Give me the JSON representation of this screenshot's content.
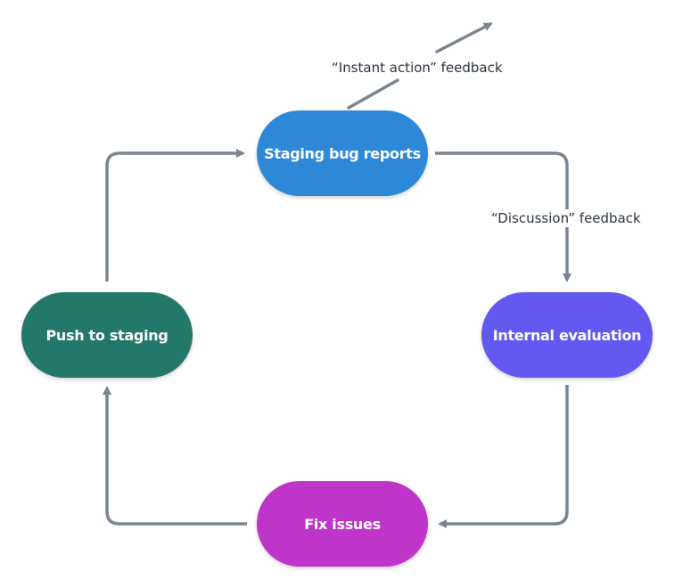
{
  "colors": {
    "connector": "#7a8591",
    "staging": "#2e88d8",
    "internal": "#6358f0",
    "fix": "#bf35c9",
    "push": "#23786a"
  },
  "nodes": {
    "staging": "Staging bug reports",
    "internal": "Internal evaluation",
    "fix": "Fix issues",
    "push": "Push to staging"
  },
  "edge_labels": {
    "instant": "“Instant action” feedback",
    "discussion": "“Discussion” feedback"
  }
}
